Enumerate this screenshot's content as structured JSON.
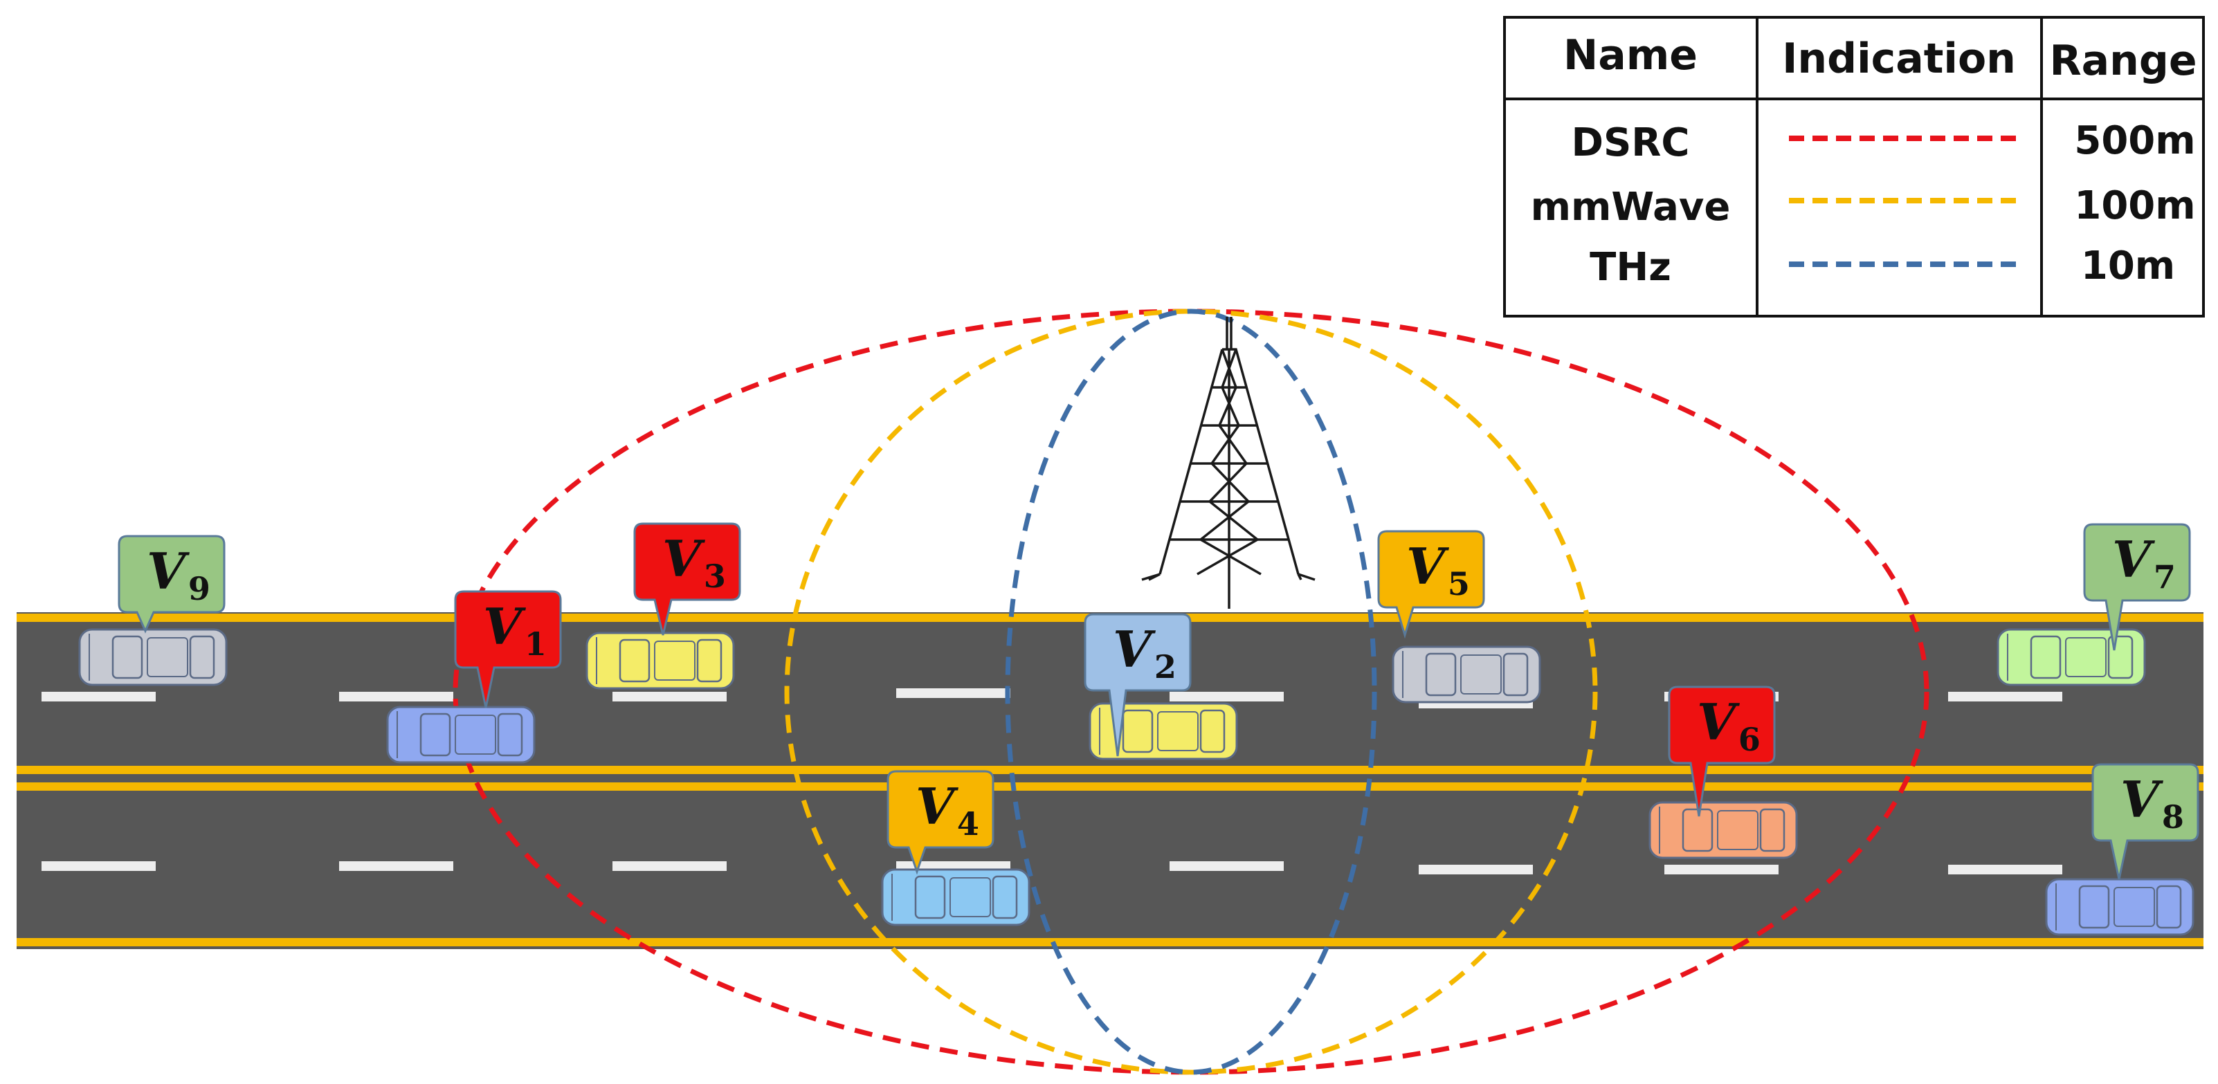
{
  "legend": {
    "headers": {
      "name": "Name",
      "indication": "Indication",
      "range": "Range"
    },
    "rows": [
      {
        "name": "DSRC",
        "range": "500m",
        "color": "#e8141c"
      },
      {
        "name": "mmWave",
        "range": "100m",
        "color": "#f5b800"
      },
      {
        "name": "THz",
        "range": "10m",
        "color": "#3f6ea6"
      }
    ]
  },
  "vehicles": [
    {
      "letter": "V",
      "sub": "1",
      "tag_color": "#ee1111",
      "car_color": "#8fa8f0"
    },
    {
      "letter": "V",
      "sub": "2",
      "tag_color": "#9ec0e6",
      "car_color": "#f4ec68"
    },
    {
      "letter": "V",
      "sub": "3",
      "tag_color": "#ee1111",
      "car_color": "#f4ec68"
    },
    {
      "letter": "V",
      "sub": "4",
      "tag_color": "#f7b500",
      "car_color": "#8cc8f2"
    },
    {
      "letter": "V",
      "sub": "5",
      "tag_color": "#f7b500",
      "car_color": "#c6c9d2"
    },
    {
      "letter": "V",
      "sub": "6",
      "tag_color": "#ee1111",
      "car_color": "#f6a479"
    },
    {
      "letter": "V",
      "sub": "7",
      "tag_color": "#98c683",
      "car_color": "#c2f59c"
    },
    {
      "letter": "V",
      "sub": "8",
      "tag_color": "#98c683",
      "car_color": "#8fa8f0"
    },
    {
      "letter": "V",
      "sub": "9",
      "tag_color": "#98c683",
      "car_color": "#c6c9d2"
    }
  ],
  "road": {
    "asphalt": "#575757",
    "edge_line": "#f5b800",
    "lane_mark": "#eeeeee"
  },
  "tower_icon": "transmission-tower-icon",
  "car_icon": "car-top-view-icon"
}
